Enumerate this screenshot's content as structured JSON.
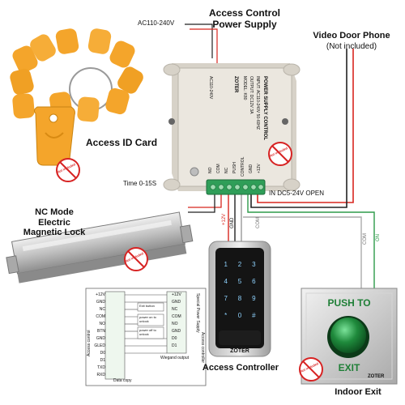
{
  "labels": {
    "power_supply": "Access Control\nPower Supply",
    "ac_input": "AC110-240V",
    "video_phone_title": "Video Door Phone",
    "video_phone_note": "(Not included)",
    "id_card": "Access ID Card",
    "time": "Time 0-15S",
    "dc_in": "IN DC5-24V OPEN",
    "nc_lock": "NC Mode\nElectric\nMagnetic Lock",
    "access_controller": "Access Controller",
    "indoor_exit": "Indoor Exit",
    "push_to": "PUSH TO",
    "exit": "EXIT",
    "brand": "ZOTER",
    "not_included": "Not included"
  },
  "power_supply_panel": {
    "title": "POWER SUPPLY CONTROL",
    "lines": [
      "INPUT: AC110-240V 50-60HZ",
      "OUTPUT: DC12V 3A",
      "MODEL: K80"
    ],
    "ac_label": "AC110-240V",
    "terminals": [
      "NO",
      "COM",
      "NC",
      "PUSH",
      "CONTROL",
      "GND",
      "+12V"
    ]
  },
  "wire_labels": {
    "controller_12v": "+12V",
    "controller_gnd": "GND",
    "controller_com": "COM",
    "exit_on": "ON",
    "exit_com": "COM"
  },
  "wiring_diagram": {
    "left_pins": [
      "+12V",
      "GND",
      "NC",
      "COM",
      "NO",
      "BTN",
      "GND",
      "GLED",
      "D0",
      "D1",
      "TXD",
      "RXD"
    ],
    "right_pins": [
      "+12V",
      "GND",
      "NC",
      "COM",
      "NO",
      "GND",
      "D0",
      "D1"
    ],
    "left_caption": "Access control",
    "right_caption_1": "Special Power Supply",
    "right_caption_2": "Access controller",
    "box_1": "Exit button",
    "box_2": "power on to unlock",
    "box_3": "power off to unlock",
    "data_copy": "Data copy",
    "wiegand": "Wiegand output"
  },
  "keypad": [
    "1",
    "2",
    "3",
    "4",
    "5",
    "6",
    "7",
    "8",
    "9",
    "*",
    "0",
    "#"
  ],
  "colors": {
    "card_orange": "#f4a52b",
    "power_box": "#e9e5dd",
    "terminal_green": "#2f9e58",
    "lock_silver": "#c9c9c9",
    "exit_button": "#1f8a3c",
    "red_wire": "#d8261f",
    "not_included_red": "#d72323"
  }
}
